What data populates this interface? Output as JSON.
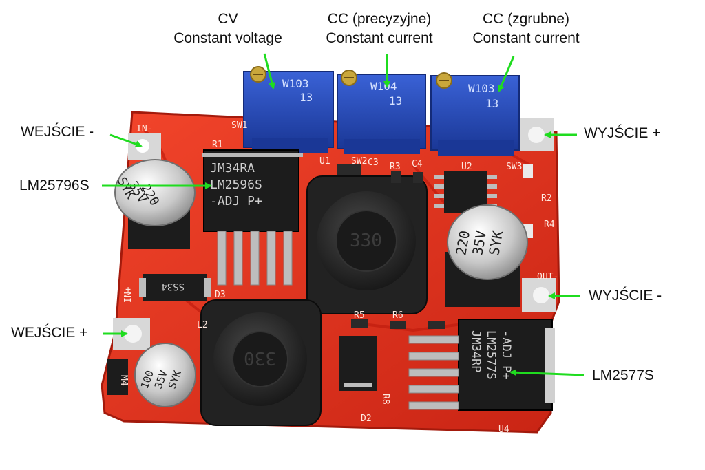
{
  "labels": {
    "cv": {
      "line1": "CV",
      "line2": "Constant voltage"
    },
    "cc_fine": {
      "line1": "CC (precyzyjne)",
      "line2": "Constant current"
    },
    "cc_coarse": {
      "line1": "CC (zgrubne)",
      "line2": "Constant current"
    },
    "input_minus": "WEJŚCIE -",
    "input_plus": "WEJŚCIE +",
    "output_plus": "WYJŚCIE +",
    "output_minus": "WYJŚCIE -",
    "chip_lm2596": "LM25796S",
    "chip_lm2577": "LM2577S"
  },
  "board_markings": {
    "pot_left": [
      "W103",
      "13"
    ],
    "pot_mid": [
      "W104",
      "13"
    ],
    "pot_right": [
      "W103",
      "13"
    ],
    "ic_left": [
      "JM34RA",
      "LM2596S",
      "-ADJ P+"
    ],
    "ic_right": [
      "JM34RP",
      "LM2577S",
      "-ADJ P+"
    ],
    "cap_left": [
      "220",
      "35V",
      "SYK"
    ],
    "cap_right": [
      "220",
      "35V",
      "SYK"
    ],
    "cap_small": [
      "100",
      "35V",
      "SYK"
    ],
    "inductor_top": "330",
    "inductor_bottom": "330",
    "diode": "SS34",
    "silk": [
      "IN-",
      "IN+",
      "SW1",
      "SW2",
      "SW3",
      "R1",
      "R2",
      "R3",
      "R4",
      "R5",
      "R6",
      "R8",
      "C3",
      "C4",
      "U1",
      "U2",
      "U4",
      "D2",
      "D3",
      "L2",
      "M4",
      "OUT-"
    ]
  },
  "colors": {
    "pcb": "#e8321e",
    "pcb_dark": "#b81f10",
    "pot_blue": "#2349b8",
    "chip_black": "#1c1c1c",
    "arrow_green": "#1fdc1f",
    "pad_silver": "#d8d8d8"
  }
}
